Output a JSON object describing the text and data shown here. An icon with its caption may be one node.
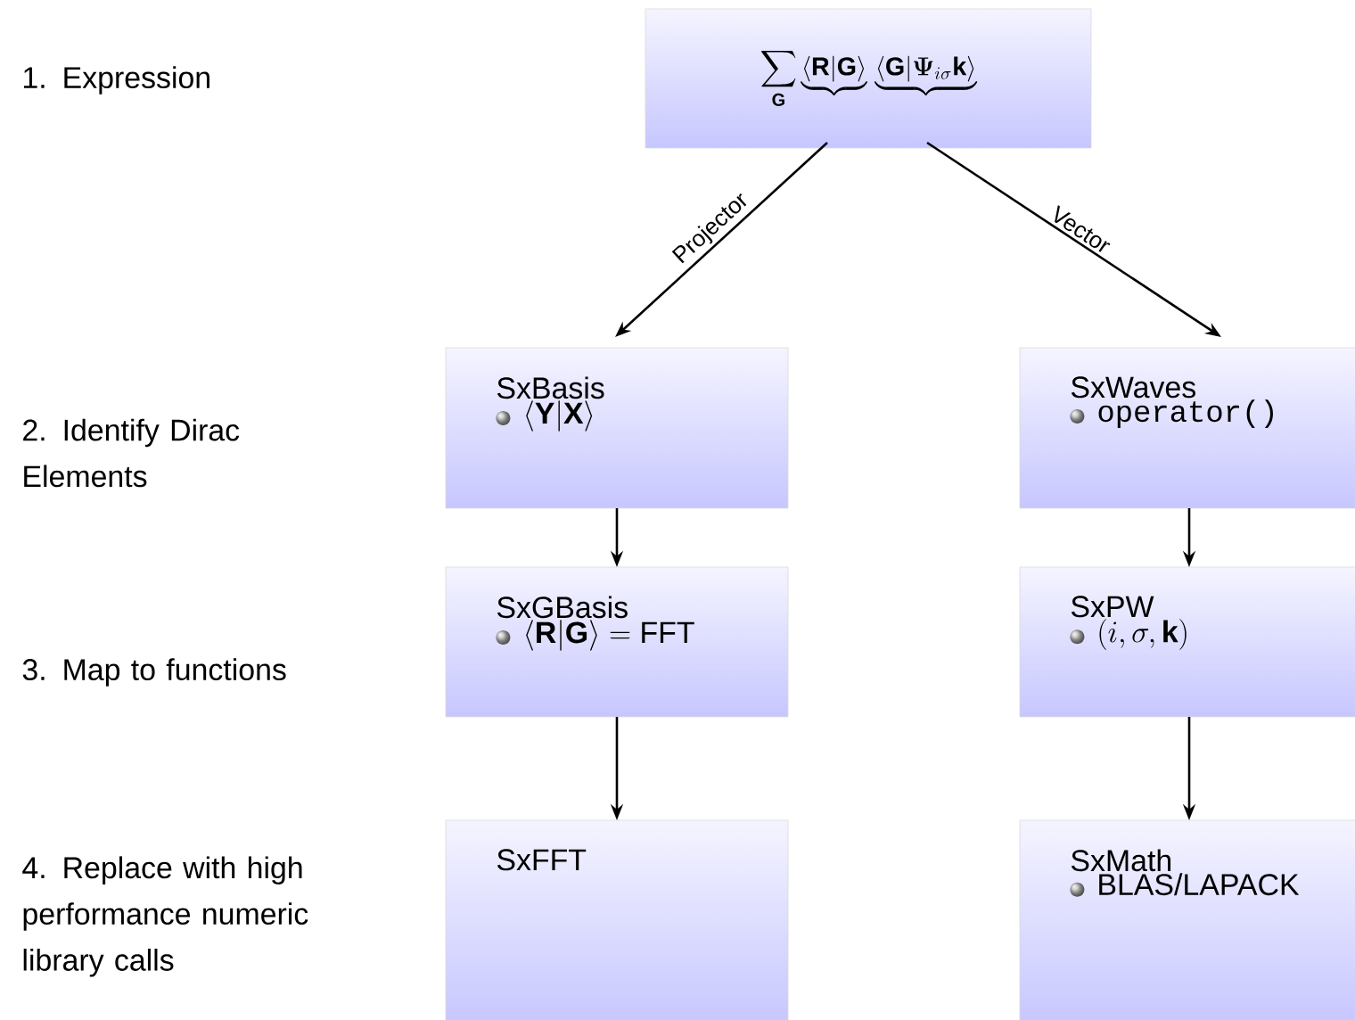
{
  "diagram": {
    "nodes": [
      {
        "text": [
          "\\sum_{\\mathbf{G}} \\underbrace{\\langle\\mathbf{R}|\\mathbf{G}\\rangle}\\,\\underbrace{\\langle\\mathbf{G}|\\boldsymbol{\\Psi}_{i\\sigma}\\mathbf{k}\\rangle}"
        ]
      },
      {
        "text": [
          "SxBasis",
          "\\langle\\mathbf{Y}|\\mathbf{X}\\rangle"
        ]
      },
      {
        "text": [
          "SxWaves",
          "operator()"
        ]
      },
      {
        "text": [
          "SxGBasis",
          "\\langle\\mathbf{R}|\\mathbf{G}\\rangle = \\mathrm{FFT}"
        ]
      },
      {
        "text": [
          "SxPW",
          "(i,\\sigma,\\mathbf{k})"
        ]
      },
      {
        "text": [
          "SxFFT"
        ]
      },
      {
        "text": [
          "SxMath",
          "BLAS/LAPACK"
        ]
      }
    ],
    "edges": [
      {
        "from": 0,
        "to": 1,
        "arrow": "to",
        "label": "Projector"
      },
      {
        "from": 0,
        "to": 2,
        "arrow": "to",
        "label": "Vector"
      },
      {
        "from": 1,
        "to": 3,
        "arrow": "to"
      },
      {
        "from": 2,
        "to": 4,
        "arrow": "to"
      },
      {
        "from": 3,
        "to": 5,
        "arrow": "to"
      },
      {
        "from": 4,
        "to": 6,
        "arrow": "to"
      }
    ],
    "labels": [
      "1. Expression",
      "2. Identify Dirac Elements",
      "3. Map to functions",
      "4. Replace with high performance numeric library calls"
    ]
  }
}
